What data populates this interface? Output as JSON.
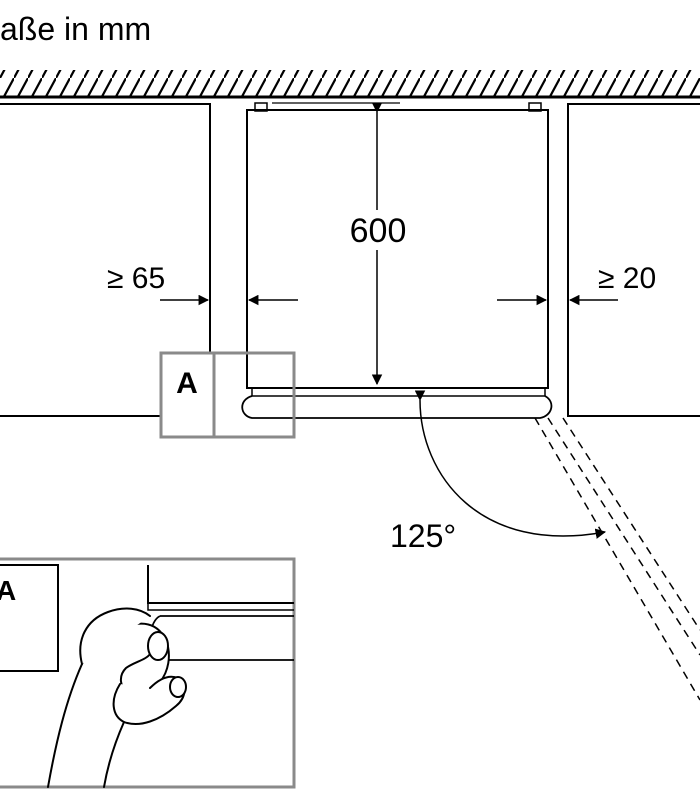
{
  "header": {
    "title": "aße in mm"
  },
  "dimensions": {
    "depth": "600",
    "left_gap": "≥ 65",
    "right_gap": "≥ 20",
    "door_angle": "125°"
  },
  "callouts": {
    "detail_marker": "A",
    "inset_marker": "A"
  },
  "colors": {
    "line": "#000000",
    "callout_frame": "#8a8a8a",
    "background": "#ffffff"
  }
}
